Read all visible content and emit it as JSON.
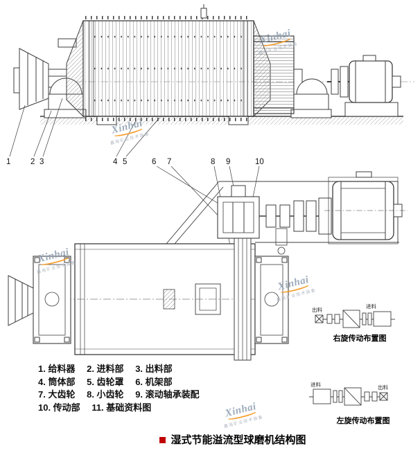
{
  "watermark": {
    "brand": "Xinhai",
    "tagline": "鑫海矿业技术装备",
    "accent_color": "#f59a23"
  },
  "top_view": {
    "callouts": [
      "1",
      "2",
      "3",
      "4",
      "5",
      "6",
      "7",
      "8",
      "9",
      "10"
    ]
  },
  "side_diagrams": {
    "right_hand": {
      "caption": "右旋传动布置图",
      "label_left": "出料",
      "label_right": "进料"
    },
    "left_hand": {
      "caption": "左旋传动布置图",
      "label_left": "进料",
      "label_right": "出料"
    }
  },
  "legend": {
    "rows": [
      {
        "items": [
          "1. 给料器",
          "2. 进料部",
          "3. 出料部"
        ]
      },
      {
        "items": [
          "4. 筒体部",
          "5. 齿轮罩",
          "6. 机架部"
        ]
      },
      {
        "items": [
          "7. 大齿轮",
          "8. 小齿轮",
          "9. 滚动轴承装配"
        ]
      },
      {
        "items": [
          "10. 传动部",
          "11. 基础资料图"
        ]
      }
    ]
  },
  "title": {
    "text": "湿式节能溢流型球磨机结构图",
    "bullet_color": "#c00000"
  }
}
